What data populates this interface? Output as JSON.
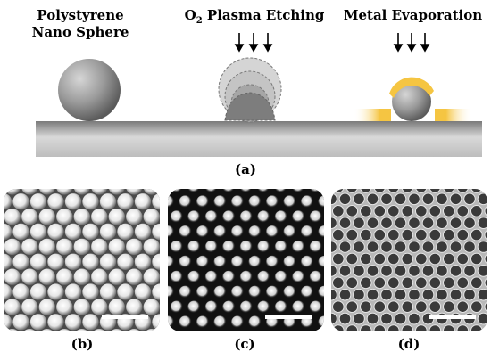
{
  "figure": {
    "panel_a": {
      "steps": [
        {
          "title_lines": [
            "Polystyrene",
            "Nano Sphere"
          ]
        },
        {
          "title_prefix": "O",
          "title_sub": "2",
          "title_suffix": " Plasma Etching"
        },
        {
          "title_lines": [
            "Metal Evaporation"
          ]
        }
      ],
      "label": "(a)"
    },
    "panels": [
      {
        "label": "(b)",
        "kind": "spheres-large"
      },
      {
        "label": "(c)",
        "kind": "spheres-small"
      },
      {
        "label": "(d)",
        "kind": "nanohole-film"
      }
    ],
    "colors": {
      "substrate_dark": "#6b6b6b",
      "substrate_light": "#d8d8d8",
      "metal": "#f5c542",
      "sphere": "#8c8c8c"
    },
    "icons": [
      "down-arrow-icon"
    ]
  }
}
